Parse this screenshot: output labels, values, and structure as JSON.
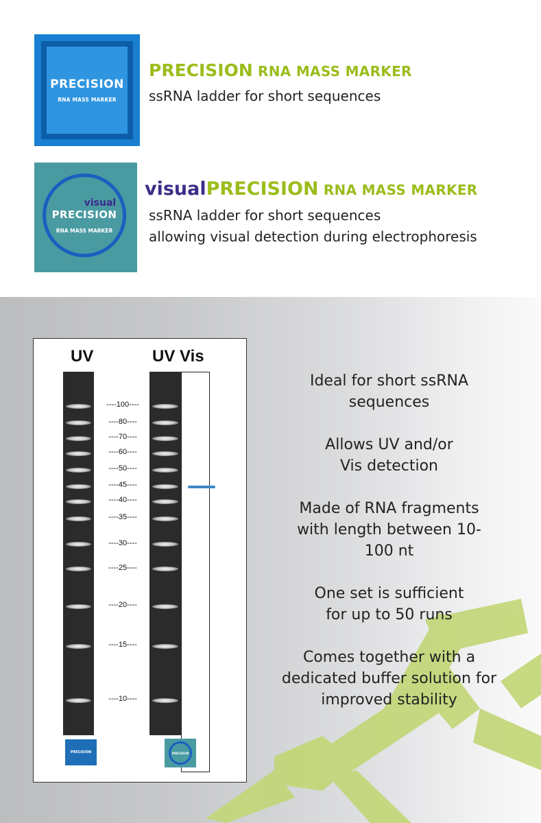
{
  "products": [
    {
      "logo": {
        "word1": "PRECISION",
        "word2": "RNA MASS MARKER"
      },
      "title_main": "PRECISION",
      "title_rest": " RNA MASS MARKER",
      "subtitle_lines": [
        "ssRNA ladder for short sequences"
      ]
    },
    {
      "logo": {
        "word0": "visual",
        "word1": "PRECISION",
        "word2": "RNA MASS MARKER"
      },
      "title_prefix": "visual",
      "title_main": "PRECISION",
      "title_rest": " RNA MASS MARKER",
      "subtitle_lines": [
        "ssRNA ladder for short sequences",
        "allowing visual detection during electrophoresis"
      ]
    }
  ],
  "gel": {
    "lane_labels": [
      "UV",
      "UV Vis"
    ],
    "size_markers": [
      "----100----",
      "----80----",
      "----70----",
      "----60----",
      "----50----",
      "----45----",
      "----40----",
      "----35----",
      "----30----",
      "----25----",
      "----20----",
      "----15----",
      "----10----"
    ],
    "mini_logo_text": "PRECISION"
  },
  "features": [
    "Ideal for short ssRNA sequences",
    "Allows UV and/or Vis detection",
    "Made of RNA fragments with length between 10-100 nt",
    "One set is sufficient for up to 50 runs",
    "Comes together with a dedicated buffer solution for improved stability"
  ],
  "colors": {
    "accent_green": "#9bbd1c",
    "accent_purple": "#3a2f88",
    "logo_blue": "#1a7fd0",
    "logo_teal": "#4a9aa2",
    "vis_band_blue": "#3e88c8"
  }
}
